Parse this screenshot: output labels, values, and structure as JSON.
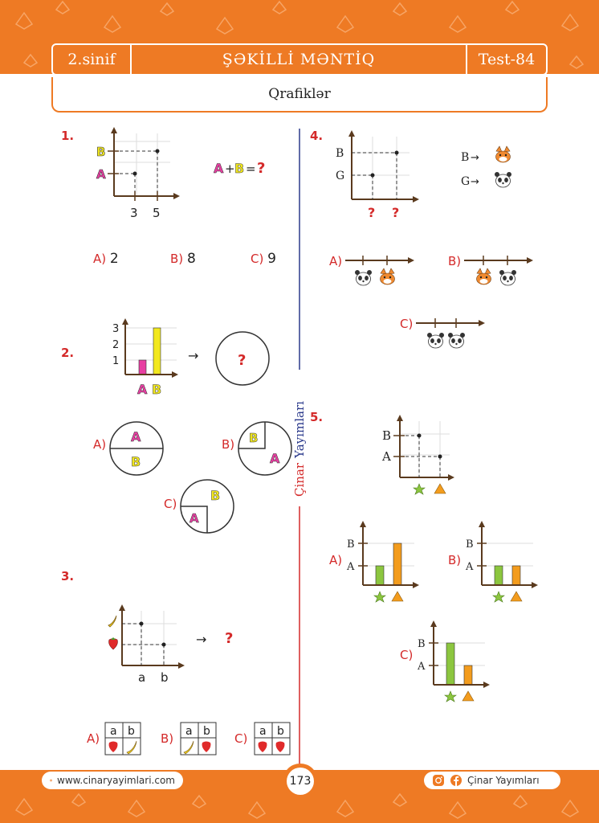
{
  "header": {
    "grade": "2.sinif",
    "title": "ŞƏKİLLİ MƏNTİQ",
    "test": "Test-84",
    "subtitle": "Qrafiklər"
  },
  "side_label": {
    "brand": "Çinar",
    "rest": "Yayımları"
  },
  "q1": {
    "number": "1.",
    "y_labels": [
      "B",
      "A"
    ],
    "x_labels": [
      "3",
      "5"
    ],
    "question": [
      "A",
      "+",
      "B",
      "=",
      "?"
    ],
    "options": [
      {
        "letter": "A)",
        "value": "2"
      },
      {
        "letter": "B)",
        "value": "8"
      },
      {
        "letter": "C)",
        "value": "9"
      }
    ]
  },
  "q2": {
    "number": "2.",
    "y_ticks": [
      "3",
      "2",
      "1"
    ],
    "bars": [
      "A",
      "B"
    ],
    "arrow": "→",
    "mystery": "?",
    "options": [
      {
        "letter": "A)",
        "top": "A",
        "bottom": "B"
      },
      {
        "letter": "B)",
        "small": "B",
        "large": "A"
      },
      {
        "letter": "C)",
        "small": "A",
        "large": "B"
      }
    ]
  },
  "q3": {
    "number": "3.",
    "x_labels": [
      "a",
      "b"
    ],
    "y_icons": [
      "banana",
      "strawberry"
    ],
    "arrow": "→",
    "mystery": "?",
    "options": [
      {
        "letter": "A)",
        "cols": [
          "a",
          "b"
        ],
        "fruits": [
          "strawberry",
          "banana"
        ]
      },
      {
        "letter": "B)",
        "cols": [
          "a",
          "b"
        ],
        "fruits": [
          "banana",
          "strawberry"
        ]
      },
      {
        "letter": "C)",
        "cols": [
          "a",
          "b"
        ],
        "fruits": [
          "strawberry",
          "strawberry"
        ]
      }
    ]
  },
  "q4": {
    "number": "4.",
    "y_labels": [
      "B",
      "G"
    ],
    "x_labels": [
      "?",
      "?"
    ],
    "legend": [
      {
        "key": "B",
        "arrow": "→",
        "icon": "cat"
      },
      {
        "key": "G",
        "arrow": "→",
        "icon": "panda"
      }
    ],
    "options": [
      {
        "letter": "A)",
        "icons": [
          "panda",
          "cat"
        ]
      },
      {
        "letter": "B)",
        "icons": [
          "cat",
          "panda"
        ]
      },
      {
        "letter": "C)",
        "icons": [
          "panda",
          "panda"
        ]
      }
    ]
  },
  "q5": {
    "number": "5.",
    "y_labels": [
      "B",
      "A"
    ],
    "x_icons": [
      "star",
      "triangle"
    ],
    "options": [
      {
        "letter": "A)",
        "y_labels": [
          "B",
          "A"
        ]
      },
      {
        "letter": "B)",
        "y_labels": [
          "B",
          "A"
        ]
      },
      {
        "letter": "C)",
        "y_labels": [
          "B",
          "A"
        ]
      }
    ]
  },
  "footer": {
    "website": "www.cinaryayimlari.com",
    "page": "173",
    "social": "Çinar Yayımları"
  },
  "colors": {
    "orange": "#ee7a24",
    "red": "#d42a2a",
    "navy": "#2b3a8c",
    "pink": "#e83fa2",
    "yellow": "#f2e81e",
    "green": "#8cc63f",
    "bar_orange": "#f39c1d",
    "axis": "#5a3a1e"
  }
}
